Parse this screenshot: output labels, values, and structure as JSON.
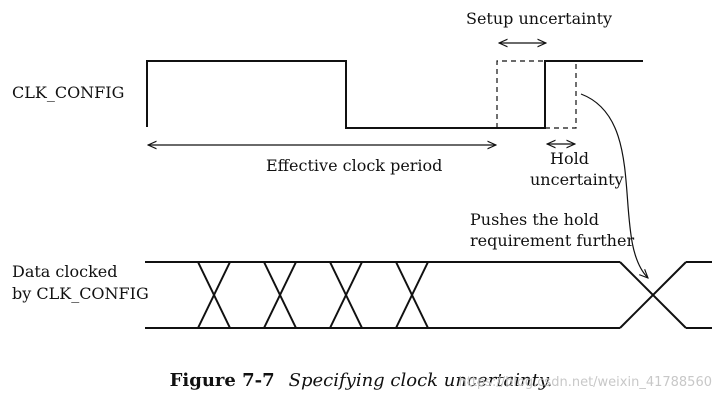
{
  "labels": {
    "clk_config": "CLK_CONFIG",
    "setup_uncertainty": "Setup uncertainty",
    "effective_clock_period": "Effective clock period",
    "hold_line1": "Hold",
    "hold_line2": "uncertainty",
    "pushes_line1": "Pushes the hold",
    "pushes_line2": "requirement further",
    "data_line1": "Data clocked",
    "data_line2": "by CLK_CONFIG"
  },
  "caption": {
    "number": "Figure 7-7",
    "title": "Specifying clock uncertainty."
  },
  "watermark": "https://blog.csdn.net/weixin_41788560"
}
